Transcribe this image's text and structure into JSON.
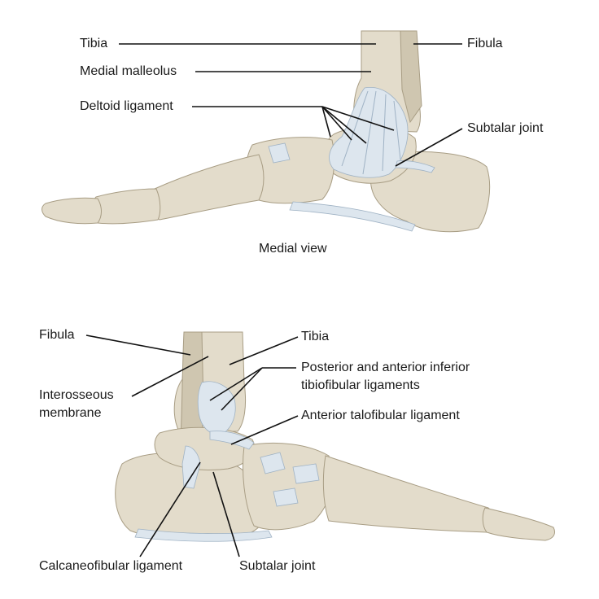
{
  "medial": {
    "caption": "Medial view",
    "labels": {
      "tibia": "Tibia",
      "fibula": "Fibula",
      "medial_malleolus": "Medial malleolus",
      "deltoid_ligament": "Deltoid ligament",
      "subtalar_joint": "Subtalar joint"
    }
  },
  "lateral": {
    "labels": {
      "fibula": "Fibula",
      "tibia": "Tibia",
      "inferior_tibiofibular_line1": "Posterior and anterior inferior",
      "inferior_tibiofibular_line2": "tibiofibular ligaments",
      "interosseous_line1": "Interosseous",
      "interosseous_line2": "membrane",
      "anterior_talofibular": "Anterior talofibular ligament",
      "calcaneofibular": "Calcaneofibular ligament",
      "subtalar_joint": "Subtalar joint"
    }
  },
  "colors": {
    "bone": "#e3dccb",
    "bone_shade": "#cfc6b0",
    "bone_outline": "#a89d84",
    "ligament": "#dde6ee",
    "ligament_edge": "#9fb2c4",
    "leader": "#111111"
  }
}
